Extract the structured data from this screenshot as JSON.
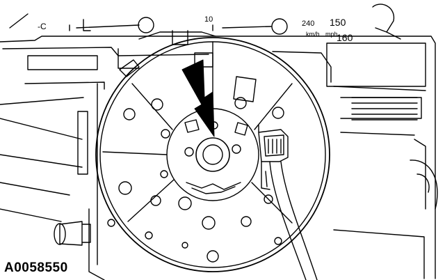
{
  "figure": {
    "id_label": "A0058550"
  },
  "gauge_text": {
    "temp_unit": "-C",
    "fuel_ten": "10",
    "speed_240": "240",
    "speed_150": "150",
    "speed_unit": "km/h",
    "speed_160": "160",
    "speed_mph": "mph"
  },
  "colors": {
    "ink": "#000000",
    "paper": "#ffffff"
  }
}
